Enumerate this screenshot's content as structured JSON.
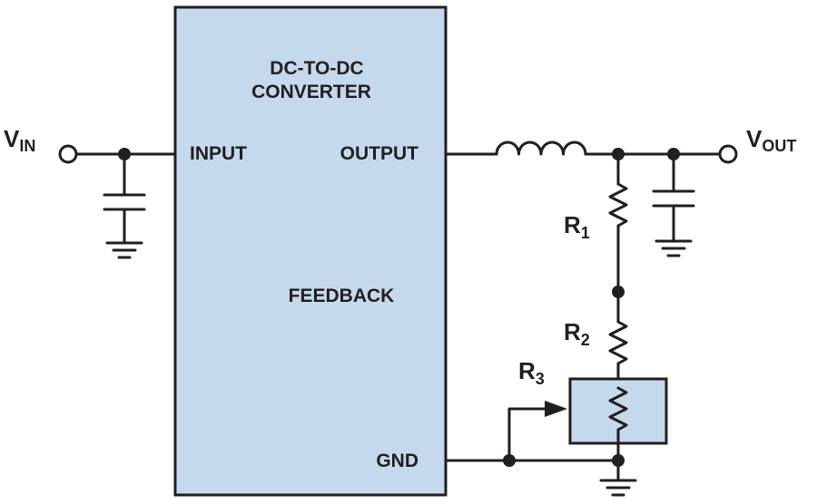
{
  "colors": {
    "block_fill": "#c4d9ec",
    "line": "#231f20",
    "background": "#ffffff"
  },
  "converter": {
    "title_line1": "DC-TO-DC",
    "title_line2": "CONVERTER",
    "pin_input": "INPUT",
    "pin_output": "OUTPUT",
    "pin_feedback": "FEEDBACK",
    "pin_gnd": "GND"
  },
  "vin": {
    "main": "V",
    "sub": "IN"
  },
  "vout": {
    "main": "V",
    "sub": "OUT"
  },
  "r1": {
    "main": "R",
    "sub": "1"
  },
  "r2": {
    "main": "R",
    "sub": "2"
  },
  "r3": {
    "main": "R",
    "sub": "3"
  },
  "icons": [
    "inductor-icon",
    "resistor-icon",
    "potentiometer-icon",
    "capacitor-icon",
    "ground-icon",
    "terminal-icon"
  ]
}
